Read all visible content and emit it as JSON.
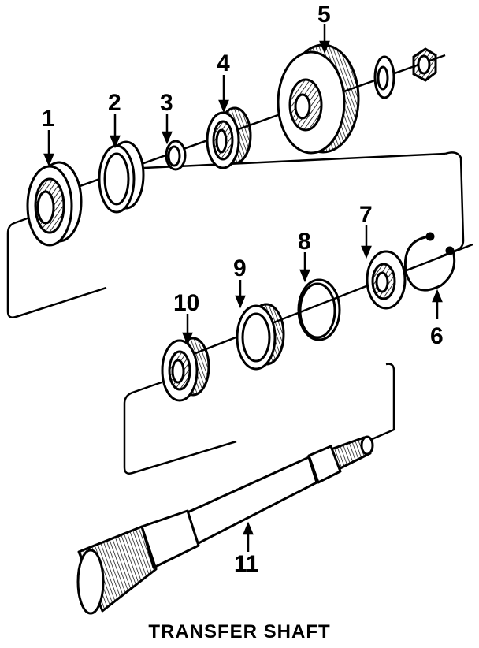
{
  "title": "TRANSFER SHAFT",
  "callouts": [
    "1",
    "2",
    "3",
    "4",
    "5",
    "6",
    "7",
    "8",
    "9",
    "10",
    "11"
  ],
  "parts": [
    {
      "id": "1",
      "icon": "bearing-cup-icon"
    },
    {
      "id": "2",
      "icon": "race-ring-icon"
    },
    {
      "id": "3",
      "icon": "snap-ring-icon"
    },
    {
      "id": "4",
      "icon": "roller-bearing-icon"
    },
    {
      "id": "5",
      "icon": "gear-icon"
    },
    {
      "id": "6",
      "icon": "retaining-clip-icon"
    },
    {
      "id": "7",
      "icon": "thrust-washer-icon"
    },
    {
      "id": "8",
      "icon": "o-ring-icon"
    },
    {
      "id": "9",
      "icon": "bearing-race-icon"
    },
    {
      "id": "10",
      "icon": "roller-bearing-icon"
    },
    {
      "id": "11",
      "icon": "pinion-shaft-icon"
    }
  ],
  "colors": {
    "ink": "#000000",
    "paper": "#ffffff"
  }
}
